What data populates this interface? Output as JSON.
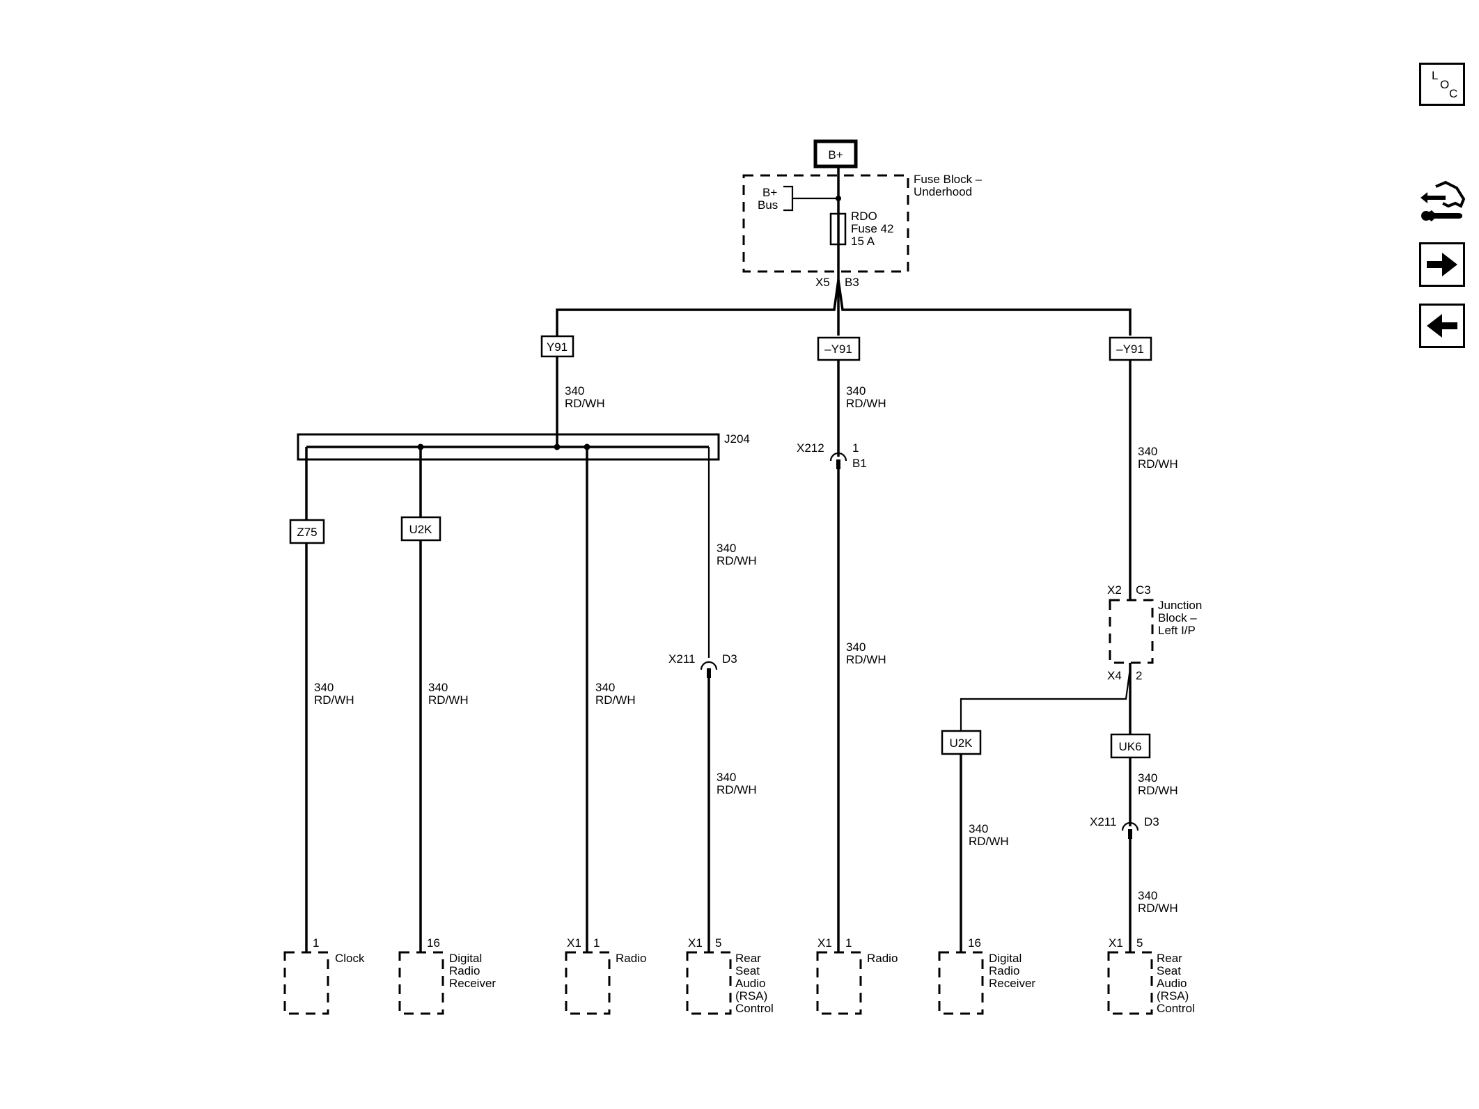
{
  "top_source": "B+",
  "fuse_block": {
    "title_line1": "Fuse Block –",
    "title_line2": "Underhood",
    "bus_line1": "B+",
    "bus_line2": "Bus",
    "fuse_line1": "RDO",
    "fuse_line2": "Fuse 42",
    "fuse_line3": "15 A",
    "pin_left": "X5",
    "pin_right": "B3"
  },
  "option_labels": {
    "left": "Y91",
    "center": "–Y91",
    "right": "–Y91",
    "z75": "Z75",
    "u2k_left": "U2K",
    "u2k_right": "U2K",
    "uk6": "UK6"
  },
  "wire_code": "340",
  "wire_color": "RD/WH",
  "splice": "J204",
  "connectors": {
    "x212_name": "X212",
    "x212_pin_top": "1",
    "x212_pin_bottom": "B1",
    "x211_left_name": "X211",
    "x211_left_pin": "D3",
    "x211_right_name": "X211",
    "x211_right_pin": "D3"
  },
  "junction_block": {
    "line1": "Junction",
    "line2": "Block –",
    "line3": "Left I/P",
    "pin_top_left": "X2",
    "pin_top_right": "C3",
    "pin_bottom_left": "X4",
    "pin_bottom_right": "2"
  },
  "components": [
    {
      "conn": "",
      "pin": "1",
      "lines": [
        "Clock"
      ]
    },
    {
      "conn": "",
      "pin": "16",
      "lines": [
        "Digital",
        "Radio",
        "Receiver"
      ]
    },
    {
      "conn": "X1",
      "pin": "1",
      "lines": [
        "Radio"
      ]
    },
    {
      "conn": "X1",
      "pin": "5",
      "lines": [
        "Rear",
        "Seat",
        "Audio",
        "(RSA)",
        "Control"
      ]
    },
    {
      "conn": "X1",
      "pin": "1",
      "lines": [
        "Radio"
      ]
    },
    {
      "conn": "",
      "pin": "16",
      "lines": [
        "Digital",
        "Radio",
        "Receiver"
      ]
    },
    {
      "conn": "X1",
      "pin": "5",
      "lines": [
        "Rear",
        "Seat",
        "Audio",
        "(RSA)",
        "Control"
      ]
    }
  ],
  "nav": {
    "loc_l": "L",
    "loc_o": "O",
    "loc_c": "C",
    "icons": [
      "location-icon",
      "connector-tools-icon",
      "forward-arrow-icon",
      "back-arrow-icon"
    ]
  }
}
